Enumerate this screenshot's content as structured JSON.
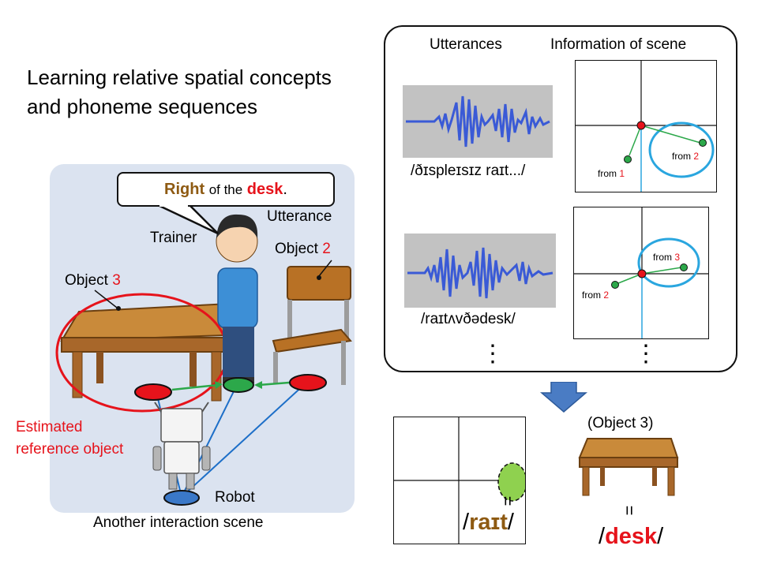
{
  "title": "Learning relative spatial concepts\nand phoneme sequences",
  "scene": {
    "bubble": {
      "bold1": "Right",
      "mid": "of the",
      "bold2": "desk",
      "end": "."
    },
    "utterance_label": "Utterance",
    "trainer_label": "Trainer",
    "object2_label": "Object",
    "object2_num": "2",
    "object3_label": "Object",
    "object3_num": "3",
    "estimated_label": "Estimated\nreference object",
    "robot_label": "Robot",
    "caption": "Another interaction scene"
  },
  "panel": {
    "utterances_header": "Utterances",
    "info_header": "Information of scene",
    "ipa1": "/ðɪspleɪsɪz raɪt.../",
    "ipa2": "/raɪtʌvðədesk/",
    "ellipsis": "⋮",
    "grid1": {
      "from_a": "from",
      "a_num": "1",
      "from_b": "from",
      "b_num": "2"
    },
    "grid2": {
      "from_a": "from",
      "a_num": "3",
      "from_b": "from",
      "b_num": "2"
    }
  },
  "result": {
    "eq1": "=",
    "word1_open": "/",
    "word1": "raɪt",
    "word1_close": "/",
    "object3_caption": "(Object 3)",
    "eq2": "=",
    "word2_open": "/",
    "word2": "desk",
    "word2_close": "/"
  },
  "colors": {
    "red": "#e6131b",
    "brown": "#8e5a12",
    "blue_ring": "#2aa6df",
    "green_dot": "#2ca84a",
    "wave": "#3a5ad6"
  }
}
